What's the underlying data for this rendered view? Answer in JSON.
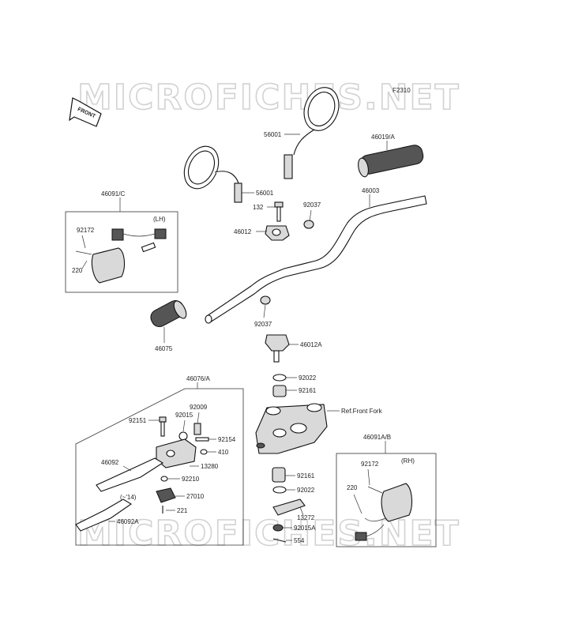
{
  "watermark": "MICROFICHES.NET",
  "figure_code": "F2310",
  "front_label": "FRONT",
  "side_labels": {
    "left": "(LH)",
    "right": "(RH)"
  },
  "note_year": "(~'14)",
  "reference": "Ref.Front Fork",
  "parts": {
    "mirror_right": "56001",
    "mirror_left": "56001",
    "grip_right": "46019/A",
    "handlebar": "46003",
    "bolt_132": "132",
    "clamp_upper": "46012",
    "clamp_lower": "46012A",
    "cap_92037_top": "92037",
    "cap_92037_bottom": "92037",
    "switch_lh_assy": "46091/C",
    "bolt_92172_lh": "92172",
    "screw_220_lh": "220",
    "grip_left": "46075",
    "washer_92022_top": "92022",
    "bushing_92161_top": "92161",
    "bushing_92161_bottom": "92161",
    "washer_92022_bottom": "92022",
    "plate_13272": "13272",
    "nut_92015A": "92015A",
    "pin_554": "554",
    "lever_assy": "46076/A",
    "bolt_92151": "92151",
    "washer_92015": "92015",
    "spring_92009": "92009",
    "bolt_92154": "92154",
    "nut_410": "410",
    "holder_13280": "13280",
    "washer_92210": "92210",
    "switch_27010": "27010",
    "screw_221": "221",
    "lever_46092": "46092",
    "lever_46092A": "46092A",
    "switch_rh_assy": "46091A/B",
    "bolt_92172_rh": "92172",
    "screw_220_rh": "220"
  }
}
